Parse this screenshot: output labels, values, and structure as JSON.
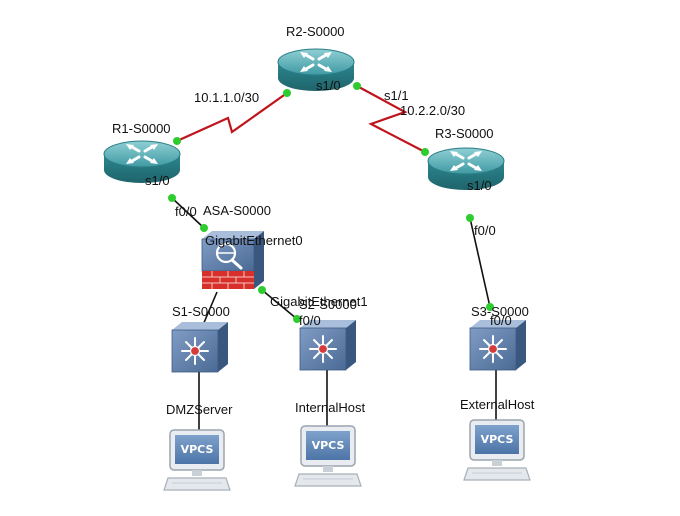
{
  "nodes": {
    "r2": {
      "name": "R2-S0000"
    },
    "r1": {
      "name": "R1-S0000"
    },
    "r3": {
      "name": "R3-S0000"
    },
    "asa": {
      "name": "ASA-S0000"
    },
    "s1": {
      "name": "S1-S0000"
    },
    "s2": {
      "name": "S2-S0000"
    },
    "s3": {
      "name": "S3-S0000"
    },
    "dmz": {
      "name": "DMZServer",
      "badge": "VPCS"
    },
    "internal": {
      "name": "InternalHost",
      "badge": "VPCS"
    },
    "external": {
      "name": "ExternalHost",
      "badge": "VPCS"
    }
  },
  "ports": {
    "r2_s10": "s1/0",
    "r2_s11": "s1/1",
    "r1_s10": "s1/0",
    "r1_f00": "f0/0",
    "r3_s10": "s1/0",
    "r3_f00": "f0/0",
    "asa_g0": "GigabitEthernet0",
    "asa_g1": "GigabitEthernet1",
    "s2_f00": "f0/0",
    "s3_f00": "f0/0"
  },
  "subnets": {
    "r1_r2": "10.1.1.0/30",
    "r2_r3": "10.2.2.0/30"
  },
  "colors": {
    "serial_link": "#c0141c",
    "ethernet_link": "#111111",
    "port_dot": "#2ecc2e",
    "router_body": "#2f8c95",
    "switch_body": "#4f6f98",
    "firewall_red": "#d7302b",
    "vpcs_screen": "#5a82b2"
  }
}
